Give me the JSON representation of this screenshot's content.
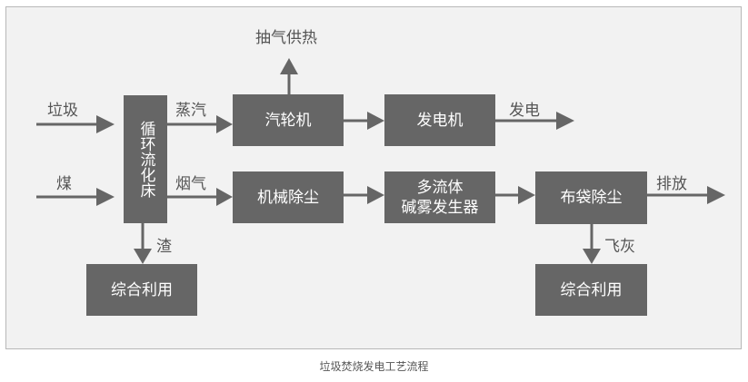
{
  "diagram": {
    "caption": "垃圾焚烧发电工艺流程",
    "colors": {
      "box": "#666666",
      "arrow": "#666666",
      "text": "#555555",
      "panel": "#f2f2f2"
    },
    "boxes": {
      "boiler": "循环流化床",
      "turbine": "汽轮机",
      "generator": "发电机",
      "mech_dust": "机械除尘",
      "alkali_fog": "多流体\n碱雾发生器",
      "bag_filter": "布袋除尘",
      "reuse_left": "综合利用",
      "reuse_right": "综合利用"
    },
    "labels": {
      "garbage": "垃圾",
      "coal": "煤",
      "steam": "蒸汽",
      "flue_gas": "烟气",
      "slag": "渣",
      "heat_supply": "抽气供热",
      "power": "发电",
      "exhaust": "排放",
      "fly_ash": "飞灰"
    }
  }
}
